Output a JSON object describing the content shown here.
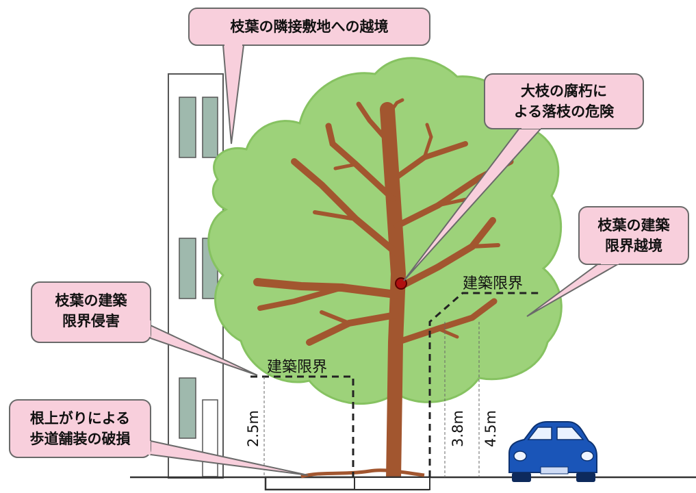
{
  "callouts": {
    "overhang_neighbor": "枝葉の隣接敷地への越境",
    "branch_decay_line1": "大枝の腐朽に",
    "branch_decay_line2": "よる落枝の危険",
    "clearance_exceed_line1": "枝葉の建築",
    "clearance_exceed_line2": "限界越境",
    "clearance_invade_line1": "枝葉の建築",
    "clearance_invade_line2": "限界侵害",
    "root_lift_line1": "根上がりによる",
    "root_lift_line2": "歩道舗装の破損"
  },
  "clearance_labels": {
    "sidewalk": "建築限界",
    "roadway": "建築限界"
  },
  "dimensions": {
    "sidewalk_height": "2.5m",
    "roadway_height_low": "3.8m",
    "roadway_height_high": "4.5m"
  },
  "colors": {
    "foliage": "#9dd27a",
    "foliage_edge": "#86c261",
    "trunk": "#a2562f",
    "callout_fill": "#f8cfdc",
    "callout_stroke": "#6a6a6a",
    "building_fill": "#ffffff",
    "window_fill": "#9fb9ad",
    "car_body": "#1a55b8",
    "decay_spot": "#b01010"
  }
}
